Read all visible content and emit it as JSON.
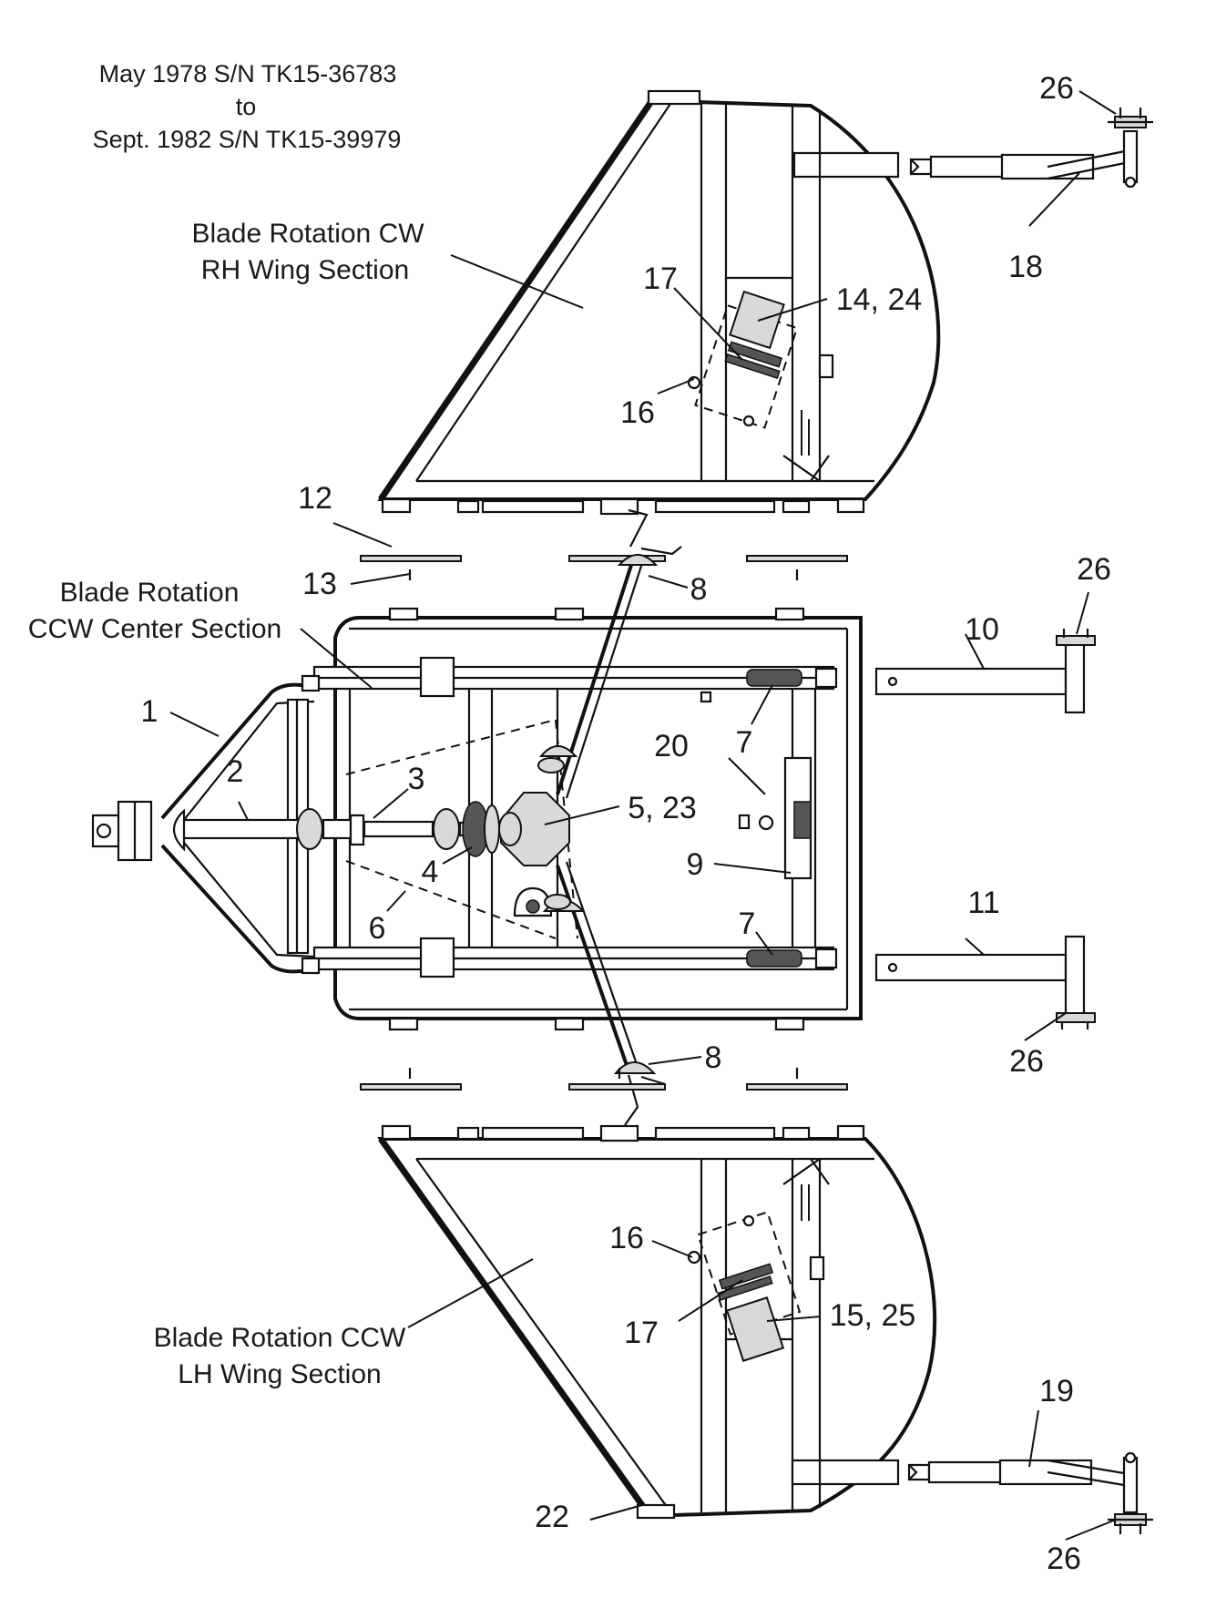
{
  "header": {
    "line1": "May 1978  S/N TK15-36783",
    "line2": "to",
    "line3": "Sept. 1982 S/N  TK15-39979"
  },
  "section_captions": {
    "rh_wing_line1": "Blade Rotation CW",
    "rh_wing_line2": "RH Wing Section",
    "center_line1": "Blade Rotation",
    "center_line2": "CCW Center Section",
    "lh_wing_line1": "Blade Rotation CCW",
    "lh_wing_line2": "LH Wing Section"
  },
  "callouts": [
    {
      "id": "c26a",
      "text": "26"
    },
    {
      "id": "c18",
      "text": "18"
    },
    {
      "id": "c17a",
      "text": "17"
    },
    {
      "id": "c14",
      "text": "14, 24"
    },
    {
      "id": "c16a",
      "text": "16"
    },
    {
      "id": "c12",
      "text": "12"
    },
    {
      "id": "c13",
      "text": "13"
    },
    {
      "id": "c8a",
      "text": "8"
    },
    {
      "id": "c26b",
      "text": "26"
    },
    {
      "id": "c10",
      "text": "10"
    },
    {
      "id": "c1",
      "text": "1"
    },
    {
      "id": "c2",
      "text": "2"
    },
    {
      "id": "c3",
      "text": "3"
    },
    {
      "id": "c7a",
      "text": "7"
    },
    {
      "id": "c20",
      "text": "20"
    },
    {
      "id": "c5",
      "text": "5, 23"
    },
    {
      "id": "c4",
      "text": "4"
    },
    {
      "id": "c9",
      "text": "9"
    },
    {
      "id": "c6",
      "text": "6"
    },
    {
      "id": "c7b",
      "text": "7"
    },
    {
      "id": "c11",
      "text": "11"
    },
    {
      "id": "c26c",
      "text": "26"
    },
    {
      "id": "c8b",
      "text": "8"
    },
    {
      "id": "c16b",
      "text": "16"
    },
    {
      "id": "c17b",
      "text": "17"
    },
    {
      "id": "c15",
      "text": "15, 25"
    },
    {
      "id": "c19",
      "text": "19"
    },
    {
      "id": "c22",
      "text": "22"
    },
    {
      "id": "c26d",
      "text": "26"
    }
  ]
}
